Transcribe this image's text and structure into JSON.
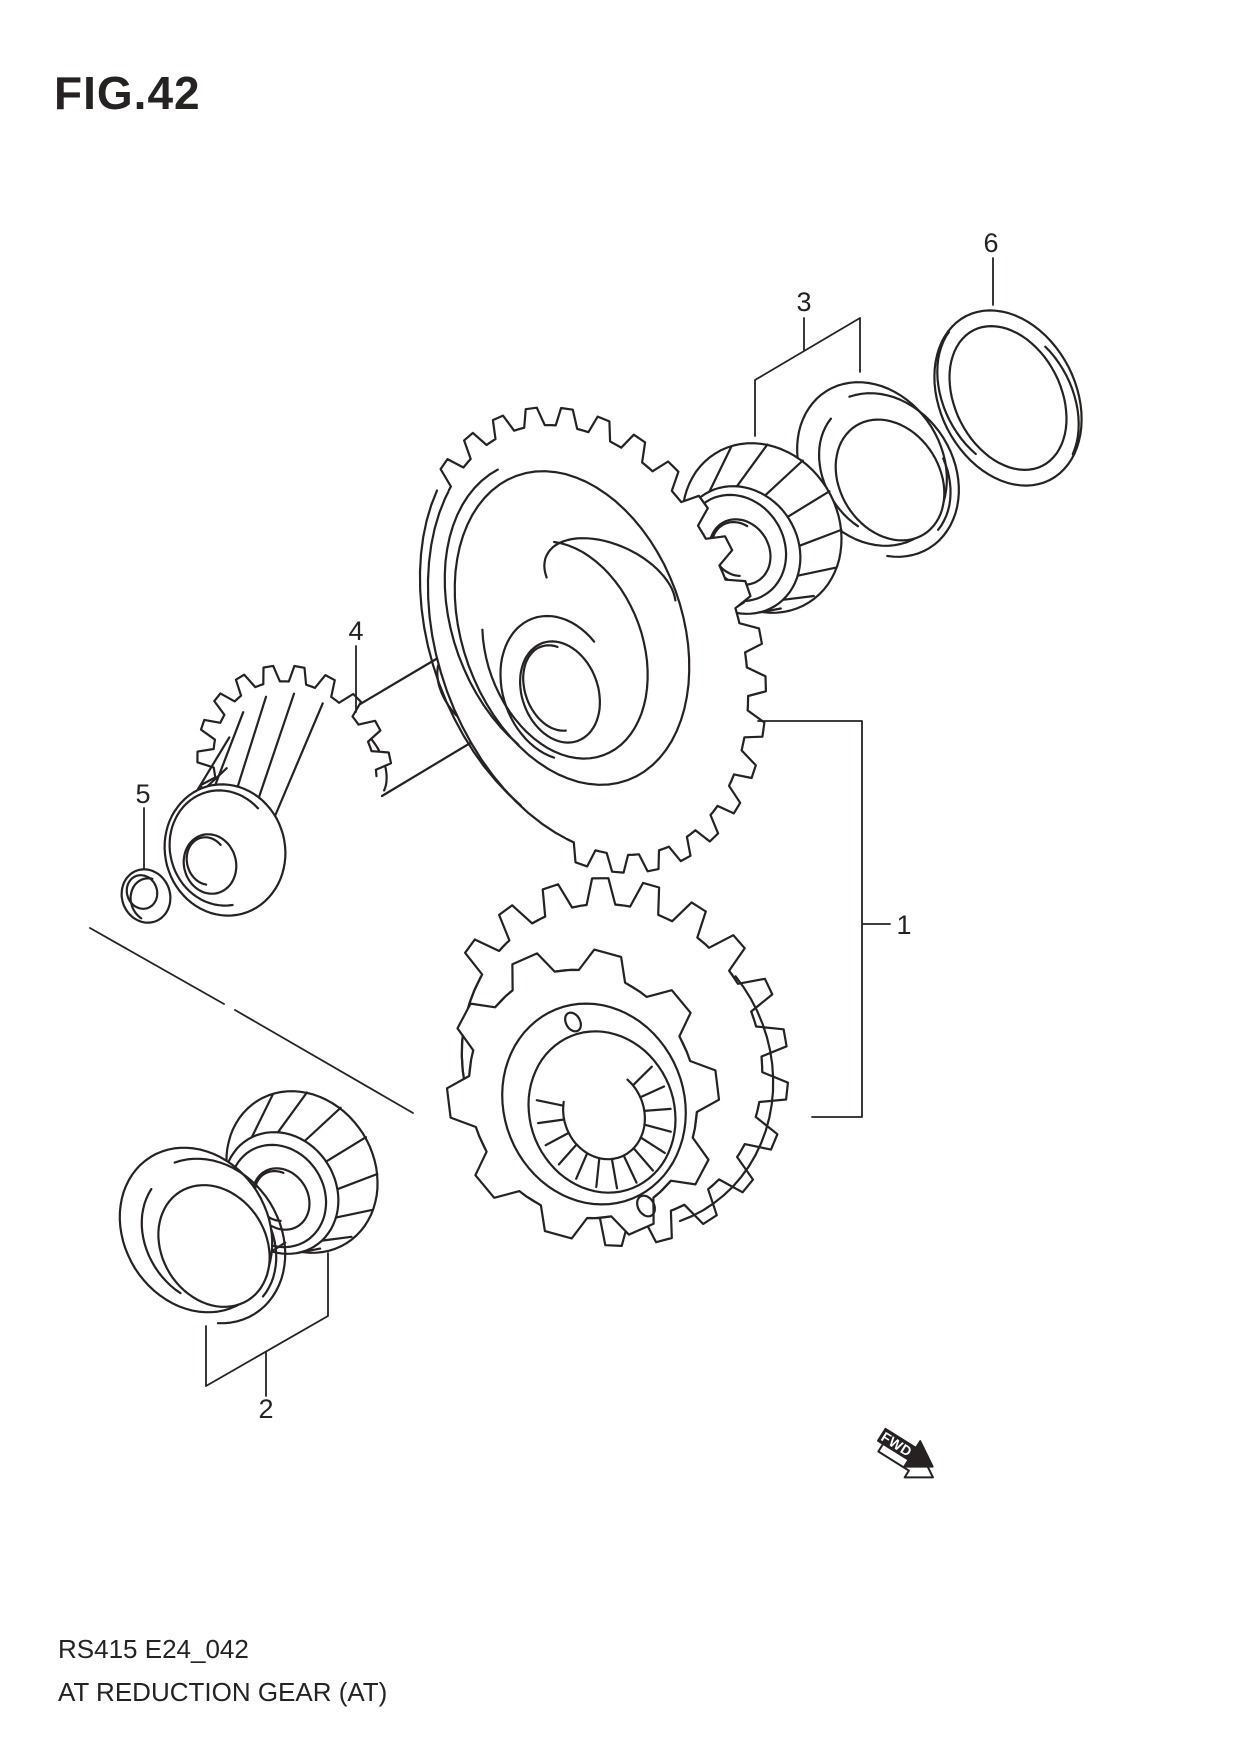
{
  "figure": {
    "number_label": "FIG.42"
  },
  "callouts": [
    "1",
    "2",
    "3",
    "4",
    "5",
    "6"
  ],
  "direction_indicator": {
    "label": "FWD"
  },
  "footer": {
    "drawing_code": "RS415 E24_042",
    "title": "AT REDUCTION GEAR (AT)"
  },
  "colors": {
    "line": "#262222",
    "background": "#ffffff"
  }
}
